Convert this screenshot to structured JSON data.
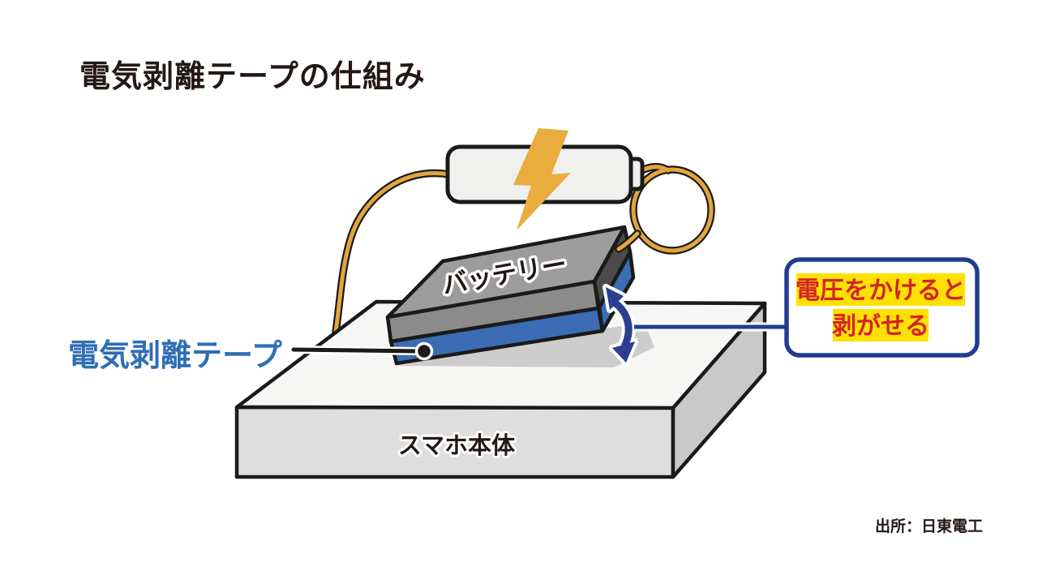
{
  "title": "電気剥離テープの仕組み",
  "source": "出所：日東電工",
  "diagram": {
    "battery_label": "バッテリー",
    "tape_label": "電気剥離テープ",
    "phone_label": "スマホ本体",
    "callout": {
      "line1": "電圧をかけると",
      "line2": "剥がせる"
    }
  },
  "icons": {
    "power_source": "battery-icon",
    "bolt": "lightning-bolt-icon",
    "wire": "power-wire",
    "arrow": "peel-direction-arrow"
  },
  "colors": {
    "title_dark": "#231815",
    "tape_blue": "#3b6cb4",
    "tape_label_blue": "#2f6eb6",
    "arrow_navy": "#2a3f8f",
    "callout_border": "#213c8f",
    "highlight_yellow": "#ffe100",
    "callout_red": "#d3232a",
    "wire_gold": "#e3a53e",
    "bolt_gold": "#eaac3e",
    "battery_gray_top": "#9c9c9c",
    "battery_gray_front": "#8b8b8b",
    "battery_gray_end": "#4b4b4b",
    "phone_top": "#f6f6f5",
    "phone_front": "#dedede",
    "phone_side": "#c9c9c9",
    "shadow_gray": "#cdcdcd",
    "outline": "#1a1a1a"
  }
}
